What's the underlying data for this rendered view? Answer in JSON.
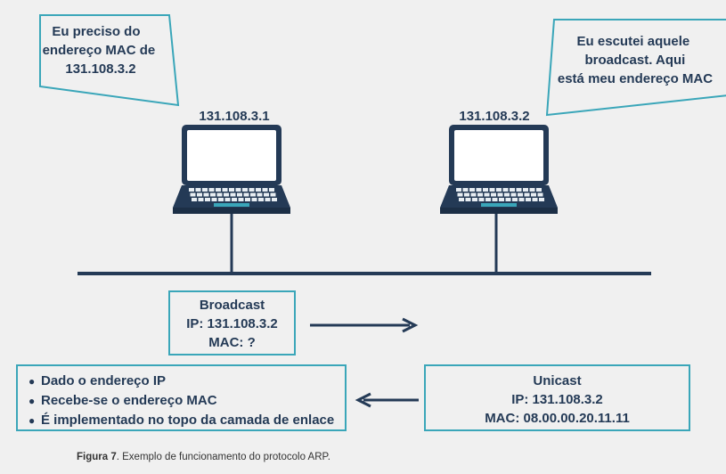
{
  "bubbles": {
    "left": [
      "Eu preciso do",
      "endereço MAC de",
      "131.108.3.2"
    ],
    "right": [
      "Eu escutei aquele",
      "broadcast. Aqui",
      "está meu endereço MAC"
    ]
  },
  "hosts": {
    "left_ip": "131.108.3.1",
    "right_ip": "131.108.3.2"
  },
  "broadcast": [
    "Broadcast",
    "IP: 131.108.3.2",
    "MAC: ?"
  ],
  "unicast": [
    "Unicast",
    "IP: 131.108.3.2",
    "MAC: 08.00.00.20.11.11"
  ],
  "notes": [
    "Dado o endereço IP",
    "Recebe-se o endereço MAC",
    "É implementado no topo da camada de enlace"
  ],
  "caption": {
    "label": "Figura 7",
    "text": ". Exemplo de funcionamento do protocolo ARP."
  },
  "colors": {
    "navy": "#243a56",
    "teal": "#3aa6b9",
    "screen": "#ffffff",
    "background": "#f0f0f0"
  }
}
